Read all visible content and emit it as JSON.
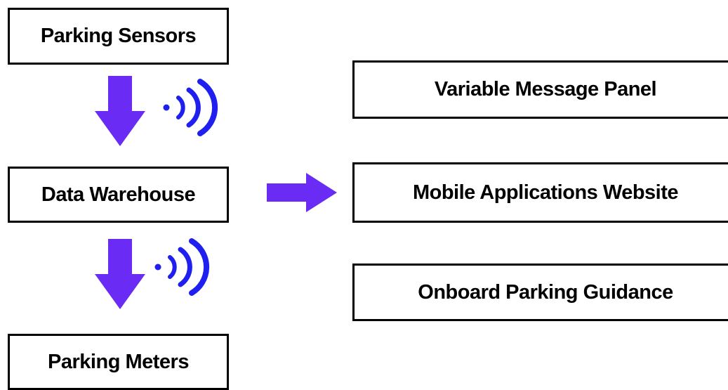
{
  "colors": {
    "arrow": "#6A2CF4",
    "signal": "#1F1FEF",
    "box_border": "#000000",
    "text": "#000000"
  },
  "left_column": {
    "sensors": "Parking Sensors",
    "warehouse": "Data Warehouse",
    "meters": "Parking Meters"
  },
  "right_column": {
    "vmp": "Variable Message Panel",
    "mobile": "Mobile Applications Website",
    "onboard": "Onboard Parking Guidance"
  },
  "icons": {
    "arrows": [
      "arrow-down-icon",
      "arrow-down-icon",
      "arrow-right-icon"
    ],
    "signals": [
      "wireless-signal-icon",
      "wireless-signal-icon"
    ]
  }
}
